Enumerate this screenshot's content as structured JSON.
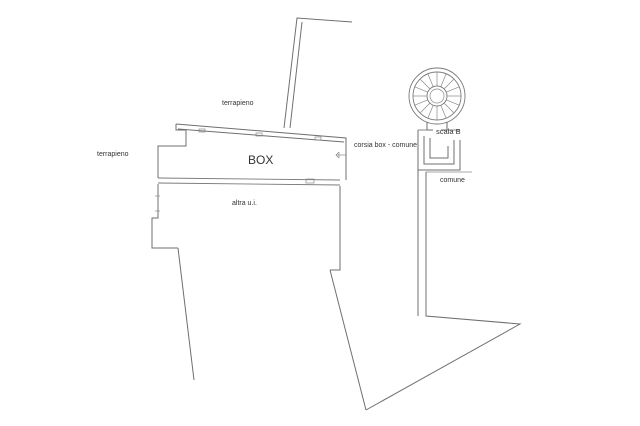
{
  "labels": {
    "terrapieno_top": "terrapieno",
    "terrapieno_left": "terrapieno",
    "box": "BOX",
    "corsia": "corsia box - comune",
    "altra_ui": "altra u.i.",
    "scala": "scala B",
    "comune": "comune"
  },
  "colors": {
    "line": "#6f6f6f",
    "text": "#333333",
    "background": "#ffffff"
  }
}
